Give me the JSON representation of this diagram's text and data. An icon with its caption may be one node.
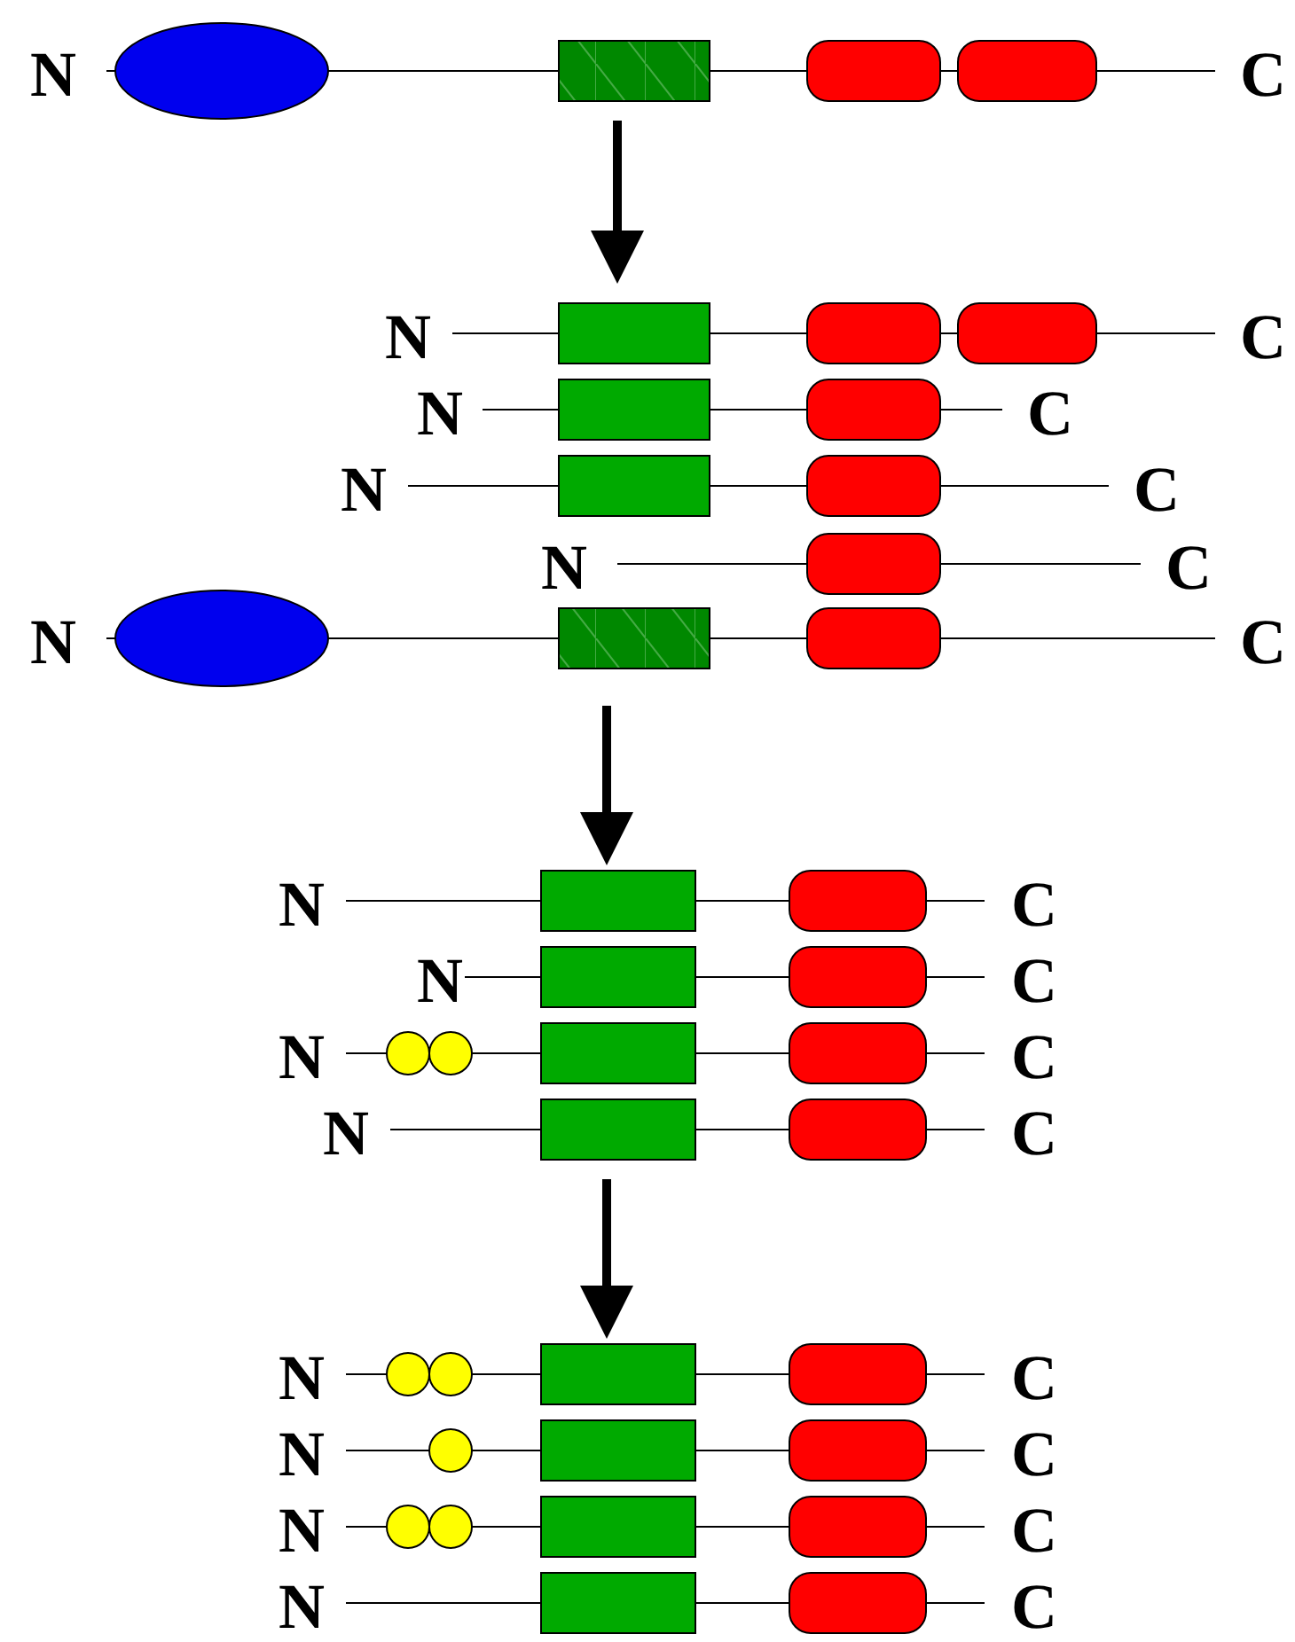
{
  "diagram": {
    "labels": [
      "N",
      "C",
      "N",
      "C",
      "N",
      "C",
      "N",
      "C",
      "N",
      "C",
      "N",
      "C",
      "N",
      "C",
      "N",
      "C",
      "N",
      "C",
      "N",
      "C",
      "N",
      "C",
      "N",
      "C",
      "N",
      "C",
      "N",
      "C"
    ]
  }
}
